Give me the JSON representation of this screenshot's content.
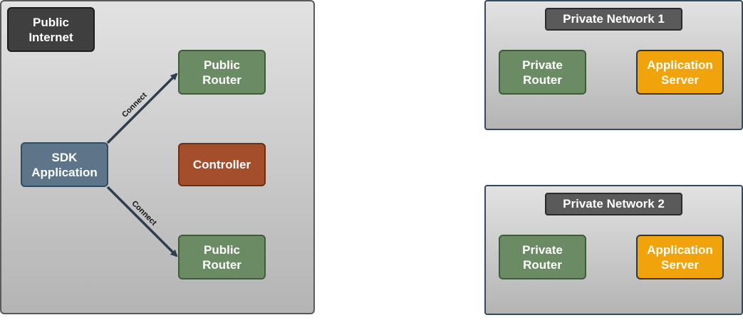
{
  "public_internet": {
    "title": "Public\nInternet",
    "nodes": {
      "public_router_top": "Public\nRouter",
      "public_router_bottom": "Public\nRouter",
      "sdk_application": "SDK\nApplication",
      "controller": "Controller"
    },
    "edges": [
      {
        "from": "SDK Application",
        "to": "Public Router",
        "label": "Connect"
      },
      {
        "from": "SDK Application",
        "to": "Public Router",
        "label": "Connect"
      }
    ]
  },
  "private_network_1": {
    "title": "Private Network 1",
    "private_router": "Private\nRouter",
    "application_server": "Application\nServer"
  },
  "private_network_2": {
    "title": "Private Network 2",
    "private_router": "Private\nRouter",
    "application_server": "Application\nServer"
  },
  "colors": {
    "router": "#6a8b63",
    "sdk": "#5e7489",
    "controller": "#a44e2c",
    "app_server": "#f0a30a",
    "label_box": "#3f3f3f",
    "arrow": "#2c3e50"
  }
}
